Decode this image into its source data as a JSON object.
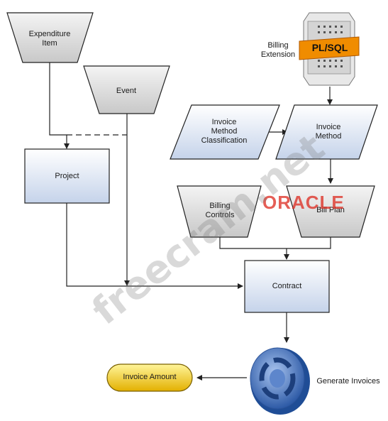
{
  "diagram": {
    "expenditure_item": "Expenditure\nItem",
    "event": "Event",
    "project": "Project",
    "billing_extension": "Billing\nExtension",
    "plsql": "PL/SQL",
    "invoice_method_classification": "Invoice\nMethod\nClassification",
    "invoice_method": "Invoice\nMethod",
    "billing_controls": "Billing\nControls",
    "bill_plan": "Bill Plan",
    "contract": "Contract",
    "generate_invoices": "Generate Invoices",
    "invoice_amount": "Invoice Amount"
  },
  "watermark": {
    "site": "freecram.net",
    "brand": "ORACLE"
  },
  "colors": {
    "shape_top": "#ffffff",
    "shape_bottom": "#c9d6ea",
    "stroke": "#222222",
    "pill_fill": "#f2c400",
    "gear_fill": "#3a66b0"
  }
}
